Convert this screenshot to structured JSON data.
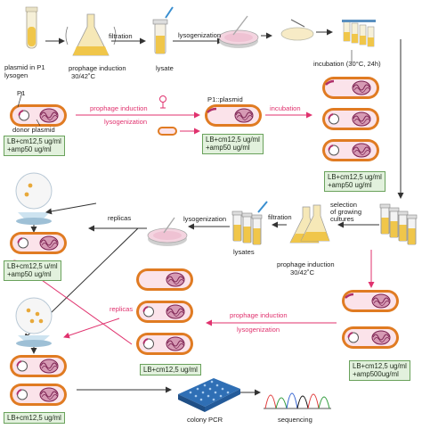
{
  "labels": {
    "plasmid_in_p1": "plasmid in P1",
    "lysogen": "lysogen",
    "prophage_induction": "prophage induction",
    "temp": "30/42˚C",
    "filtration": "filtration",
    "lysate": "lysate",
    "lysogenization": "lysogenization",
    "incubation_30c": "incubation (30°C, 24h)",
    "p1": "P1",
    "donor_plasmid": "donor plasmid",
    "p1_plasmid": "P1::plasmid",
    "incubation": "incubation",
    "selection_1": "selection",
    "selection_2": "of growing",
    "selection_3": "cultures",
    "replicas": "replicas",
    "lysates": "lysates",
    "colony_pcr": "colony PCR",
    "sequencing": "sequencing"
  },
  "media": {
    "box1_l1": "LB+cm12,5 ug/ml",
    "box1_l2": "+amp50 ug/ml",
    "box2_l1": "LB+cm12,5 ug/ml",
    "box2_l2": "+amp50 ug/ml",
    "box3_l1": "LB+cm12,5 u/ml",
    "box3_l2": "+amp50 ug/ml",
    "box4_l1": "LB+cm12,5 ug/ml",
    "box5_l1": "LB+cm12,5 ug/ml",
    "box5_l2": "+amp500ug/ml",
    "box6_l1": "LB+cm12,5 ug/ml",
    "box7_l1": "LB+cm12,5 ug/ml",
    "box7_l2": "+amp50 ug/ml"
  },
  "colors": {
    "cell_outer": "#e07b22",
    "cell_inner": "#fbe3ea",
    "plasmid": "#b0306a",
    "arrow_pink": "#e0326e",
    "medium_box": "#e2f1dd",
    "lysate_yellow": "#f0c64a"
  }
}
